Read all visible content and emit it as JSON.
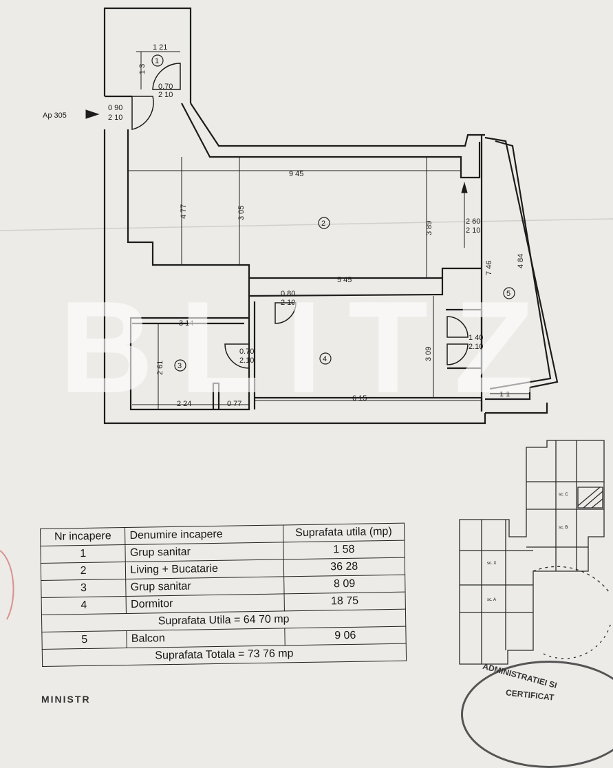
{
  "plan": {
    "apartment_label": "Ap  305",
    "rooms": [
      {
        "no": "1"
      },
      {
        "no": "2"
      },
      {
        "no": "3"
      },
      {
        "no": "4"
      },
      {
        "no": "5"
      }
    ],
    "dimensions": {
      "d_121": "1 21",
      "d_13": "1 3",
      "door1_w": "0.70",
      "door1_h": "2 10",
      "entry_w": "0 90",
      "entry_h": "2 10",
      "d_945": "9 45",
      "d_477": "4 77",
      "d_305": "3 05",
      "d_389": "3 89",
      "win_w": "2 60",
      "win_h": "2 10",
      "d_746": "7 46",
      "d_484": "4 84",
      "d_545": "5 45",
      "door2_w": "0.80",
      "door2_h": "2 10",
      "d_314": "3 14",
      "d_261": "2 61",
      "door3_w": "0.70",
      "door3_h": "2.10",
      "d_309": "3 09",
      "door4_w": "1 40",
      "door4_h": "2.10",
      "d_224": "2 24",
      "d_077": "0 77",
      "d_615": "6 15",
      "d_11": "1 1"
    },
    "keyplan_marks": {
      "c": "sc. C",
      "b": "sc. B",
      "a": "sc. A",
      "x": "sc. X"
    }
  },
  "watermark": "BLITZ",
  "table": {
    "headers": [
      "Nr incapere",
      "Denumire incapere",
      "Suprafata utila (mp)"
    ],
    "rows": [
      {
        "nr": "1",
        "name": "Grup sanitar",
        "area": "1 58"
      },
      {
        "nr": "2",
        "name": "Living + Bucatarie",
        "area": "36 28"
      },
      {
        "nr": "3",
        "name": "Grup sanitar",
        "area": "8 09"
      },
      {
        "nr": "4",
        "name": "Dormitor",
        "area": "18 75"
      }
    ],
    "utila_total": "Suprafata Utila =  64 70 mp",
    "balcony": {
      "nr": "5",
      "name": "Balcon",
      "area": "9 06"
    },
    "total": "Suprafata Totala =  73 76 mp"
  },
  "stamps": {
    "right_text": "ADMINISTRATIEI SI",
    "right_sub": "CERTIFICAT",
    "left_text": "MINISTR"
  }
}
